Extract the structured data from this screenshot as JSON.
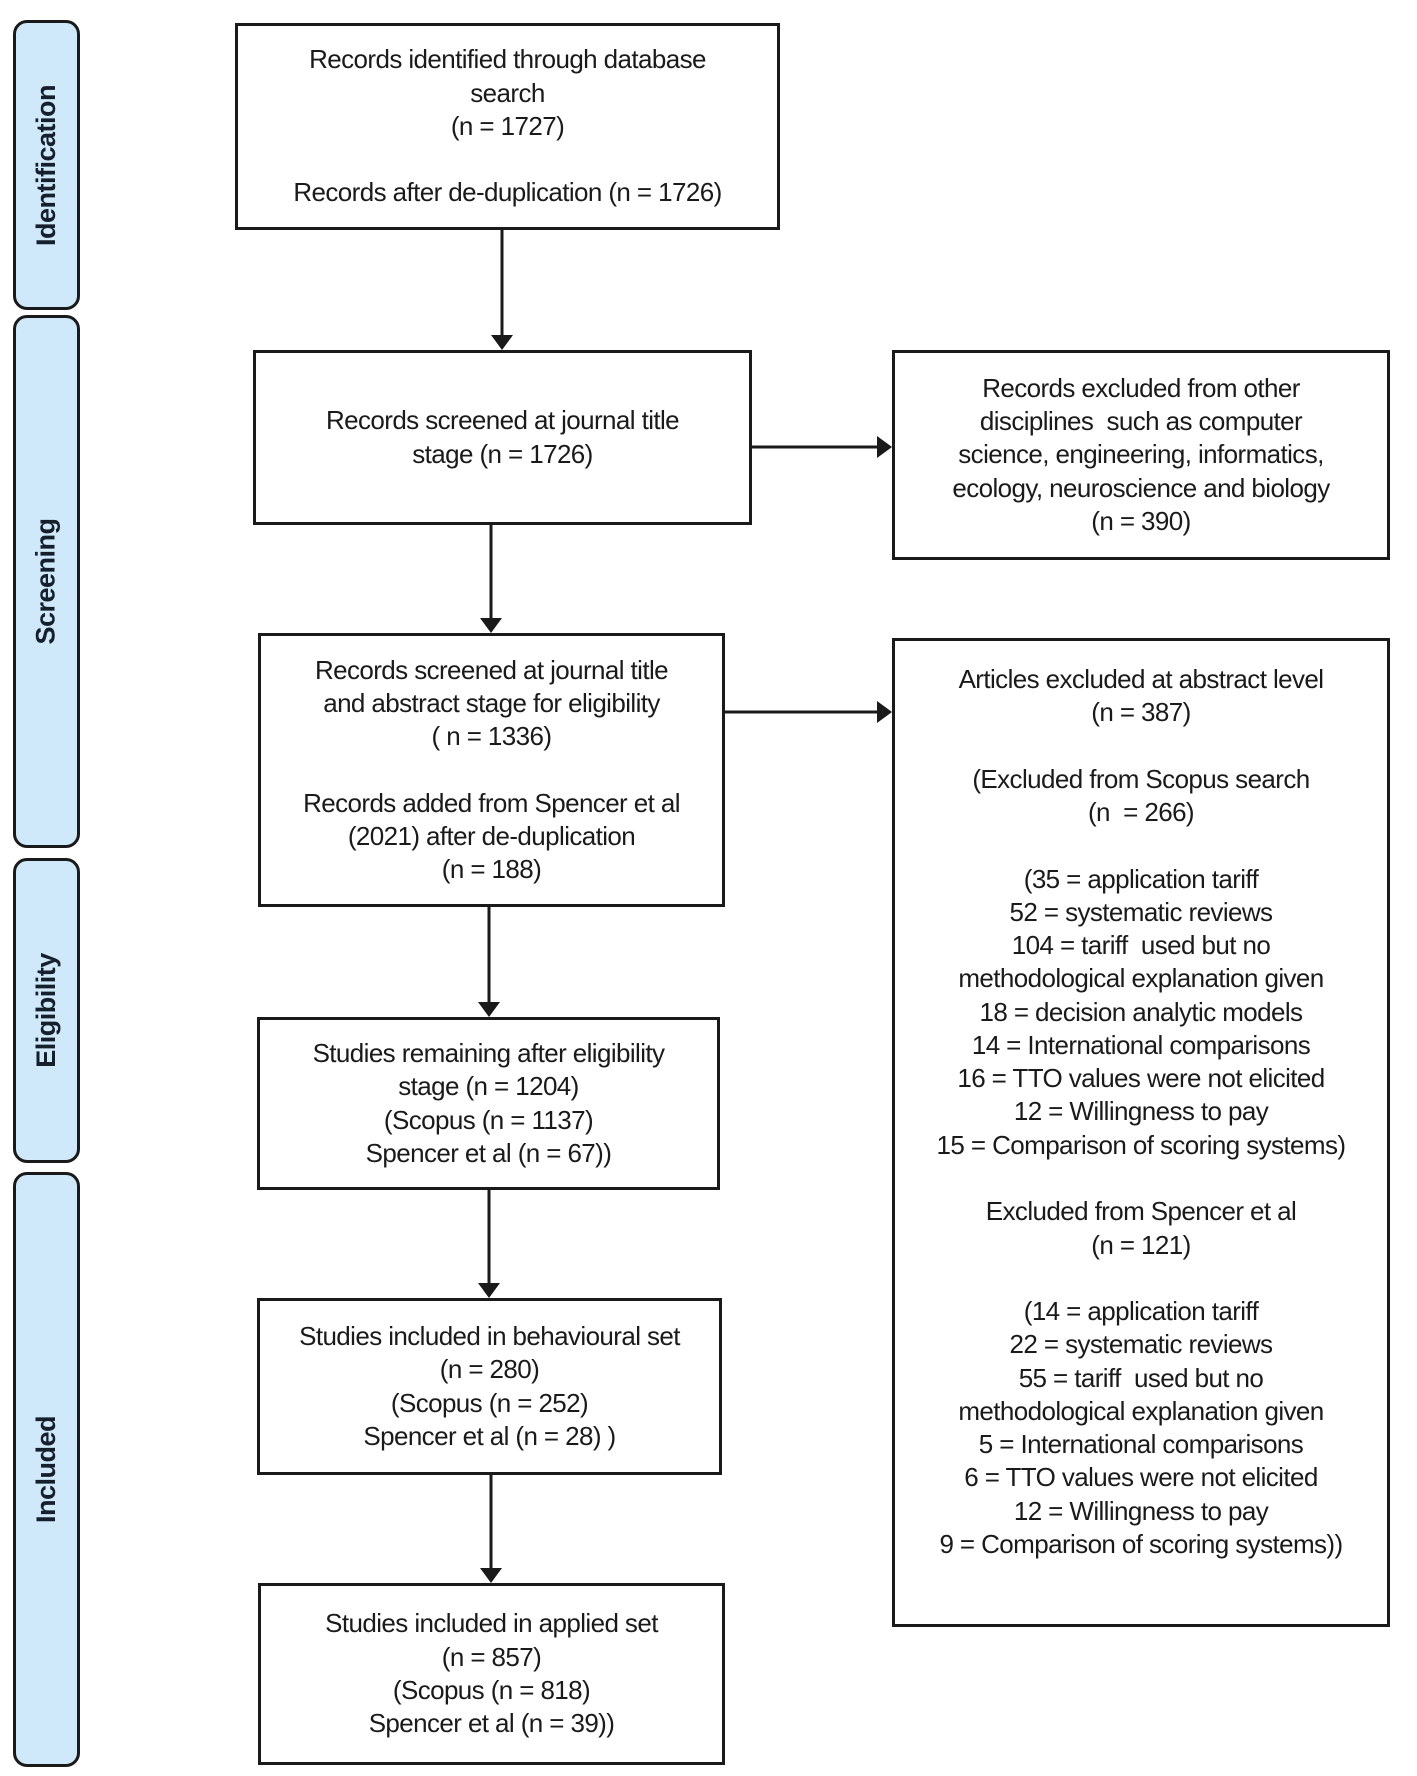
{
  "diagram": {
    "type": "prisma-flow",
    "stages": [
      {
        "label": "Identification"
      },
      {
        "label": "Screening"
      },
      {
        "label": "Eligibility"
      },
      {
        "label": "Included"
      }
    ],
    "boxes": {
      "identified": {
        "text": "Records identified through database\nsearch\n(n = 1727)\n\nRecords after de-duplication (n = 1726)"
      },
      "screened_title": {
        "text": "Records screened at journal title\nstage (n = 1726)"
      },
      "excluded_disciplines": {
        "text": "Records excluded from other\ndisciplines  such as computer\nscience, engineering, informatics,\necology, neuroscience and biology\n(n = 390)"
      },
      "screened_abstract": {
        "text": "Records screened at journal title\nand abstract stage for eligibility\n( n = 1336)\n\nRecords added from Spencer et al\n(2021) after de-duplication\n(n = 188)"
      },
      "excluded_abstract": {
        "text": "Articles excluded at abstract level\n(n = 387)\n\n(Excluded from Scopus search\n(n  = 266)\n\n(35 = application tariff\n52 = systematic reviews\n104 = tariff  used but no\nmethodological explanation given\n18 = decision analytic models\n14 = International comparisons\n16 = TTO values were not elicited\n12 = Willingness to pay\n15 = Comparison of scoring systems)\n\nExcluded from Spencer et al\n(n = 121)\n\n(14 = application tariff\n22 = systematic reviews\n55 = tariff  used but no\nmethodological explanation given\n5 = International comparisons\n6 = TTO values were not elicited\n12 = Willingness to pay\n9 = Comparison of scoring systems))"
      },
      "remaining_eligibility": {
        "text": "Studies remaining after eligibility\nstage (n = 1204)\n(Scopus (n = 1137)\nSpencer et al (n = 67))"
      },
      "behavioural_set": {
        "text": "Studies included in behavioural set\n(n = 280)\n(Scopus (n = 252)\nSpencer et al (n = 28) )"
      },
      "applied_set": {
        "text": "Studies included in applied set\n(n = 857)\n(Scopus (n = 818)\nSpencer et al (n = 39))"
      }
    },
    "colors": {
      "stage_fill": "#cfe9fb",
      "stage_border": "#1a1a1a",
      "box_border": "#1a1a1a",
      "line": "#1a1a1a",
      "text": "#1a1a1a",
      "background": "#ffffff"
    }
  }
}
